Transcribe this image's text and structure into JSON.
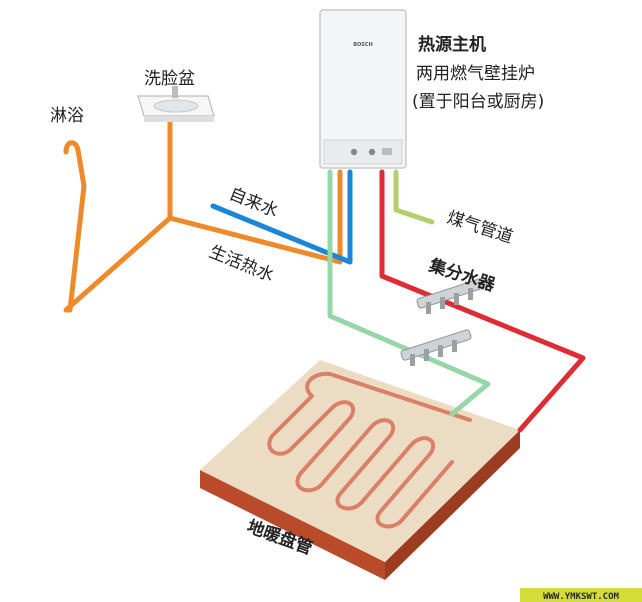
{
  "labels": {
    "heat_source_title": "热源主机",
    "boiler_type": "两用燃气壁挂炉",
    "placement": "(置于阳台或厨房)",
    "basin": "洗脸盆",
    "shower": "淋浴",
    "tap_water": "自来水",
    "hot_water": "生活热水",
    "gas_pipe": "煤气管道",
    "manifold": "集分水器",
    "floor_coil": "地暖盘管",
    "boiler_brand": "BOSCH",
    "watermark": "WWW.YMKSWT.COM"
  },
  "colors": {
    "hot_domestic": "#ee8a2a",
    "cold_water": "#1b86d8",
    "gas": "#b5cf6f",
    "supply_hot": "#dd2c33",
    "return": "#95d7a9",
    "floor_top": "#ecdcc3",
    "floor_side": "#b94a2a",
    "coil": "#d98067",
    "watermark_bg": "#d4dc3a"
  }
}
